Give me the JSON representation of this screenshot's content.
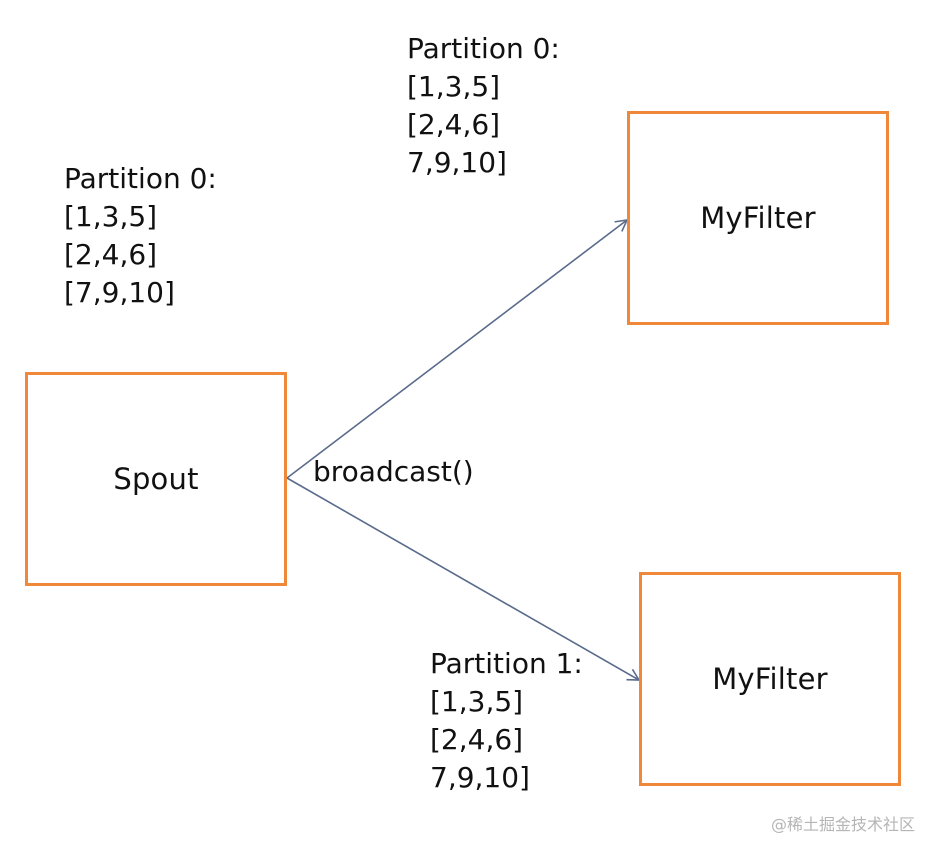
{
  "colors": {
    "box_border": "#F0883A",
    "edge": "#5A6B8C",
    "text": "#111111",
    "watermark": "#B5B5B5"
  },
  "nodes": {
    "spout": {
      "label": "Spout"
    },
    "filter_top": {
      "label": "MyFilter"
    },
    "filter_bottom": {
      "label": "MyFilter"
    }
  },
  "edge": {
    "label": "broadcast()"
  },
  "partitions": {
    "spout": {
      "title": "Partition 0:",
      "lines": [
        "[1,3,5]",
        "[2,4,6]",
        "[7,9,10]"
      ]
    },
    "top": {
      "title": "Partition 0:",
      "lines": [
        "[1,3,5]",
        "[2,4,6]",
        "7,9,10]"
      ]
    },
    "bottom": {
      "title": "Partition 1:",
      "lines": [
        "[1,3,5]",
        "[2,4,6]",
        "7,9,10]"
      ]
    }
  },
  "watermark": "@稀土掘金技术社区"
}
